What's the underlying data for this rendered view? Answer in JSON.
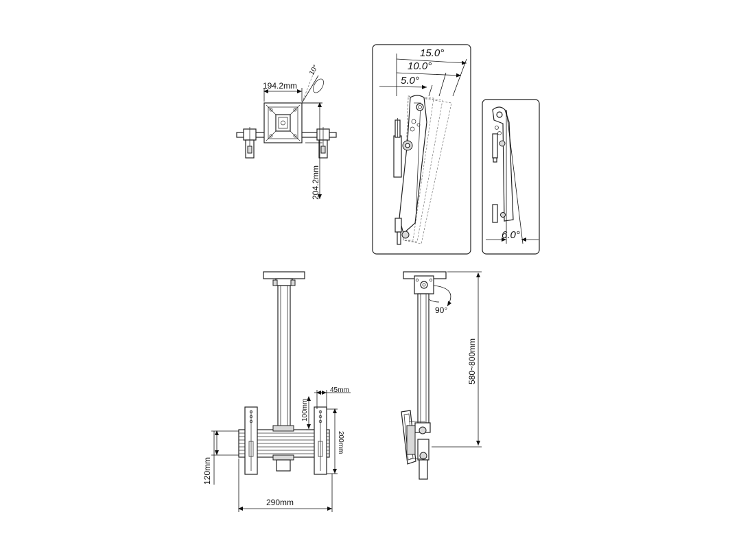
{
  "dimensions": {
    "top_width": "194.2mm",
    "top_height": "204.2mm",
    "tilt_15": "15.0°",
    "tilt_10": "10.0°",
    "tilt_5": "5.0°",
    "tilt_6": "6.0°",
    "swivel": "90°",
    "height_range": "580~800mm",
    "offset_45": "45mm",
    "spacing_100": "100mm",
    "height_200": "200mm",
    "height_120": "120mm",
    "width_290": "290mm",
    "top_angle": "10°"
  }
}
